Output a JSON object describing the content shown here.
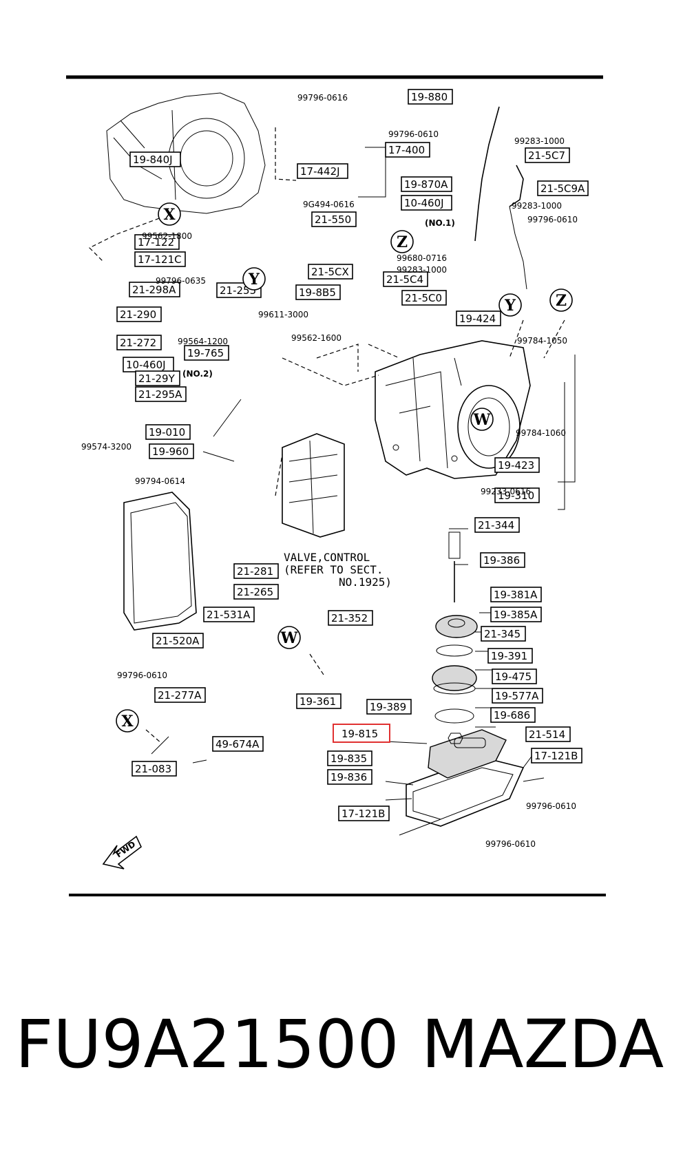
{
  "boxed_labels": [
    "19-880",
    "17-400",
    "17-442J",
    "21-5C7",
    "19-870A",
    "21-5C9A",
    "10-460J",
    "21-550",
    "19-840J",
    "17-122",
    "17-121C",
    "21-298A",
    "21-255",
    "19-8B5",
    "21-5CX",
    "21-5C4",
    "21-5C0",
    "19-424",
    "21-290",
    "21-272",
    "19-765",
    "10-460J",
    "21-29Y",
    "21-295A",
    "19-010",
    "19-960",
    "19-423",
    "19-310",
    "21-344",
    "19-386",
    "21-281",
    "21-265",
    "21-531A",
    "21-520A",
    "19-381A",
    "19-385A",
    "21-345",
    "21-352",
    "19-391",
    "19-475",
    "19-577A",
    "19-361",
    "19-389",
    "19-686",
    "21-277A",
    "49-674A",
    "21-514",
    "19-835",
    "17-121B",
    "19-836",
    "17-121B",
    "21-083"
  ],
  "highlighted_label": "19-815",
  "part_numbers": [
    "99796-0616",
    "99796-0610",
    "99283-1000",
    "9G494-0616",
    "99283-1000",
    "99796-0610",
    "99562-1800",
    "99796-0635",
    "99680-0716",
    "99283-1000",
    "99611-3000",
    "99784-1050",
    "99564-1200",
    "99562-1600",
    "99574-3200",
    "99784-1060",
    "99794-0614",
    "99233-0616",
    "99796-0610",
    "99796-0610",
    "99796-0610"
  ],
  "notes": [
    "(NO.1)",
    "(NO.2)"
  ],
  "callout_letters": [
    "X",
    "Y",
    "Z",
    "Y",
    "Z",
    "W",
    "W",
    "X"
  ],
  "valve_note": [
    "VALVE,CONTROL",
    "(REFER TO SECT.",
    "NO.1925)"
  ],
  "fwd_label": "FWD",
  "caption": {
    "code": "FU9A21500",
    "brand": "MAZDA"
  },
  "colors": {
    "highlight": "#e03030",
    "ink": "#000000",
    "background": "#ffffff"
  }
}
